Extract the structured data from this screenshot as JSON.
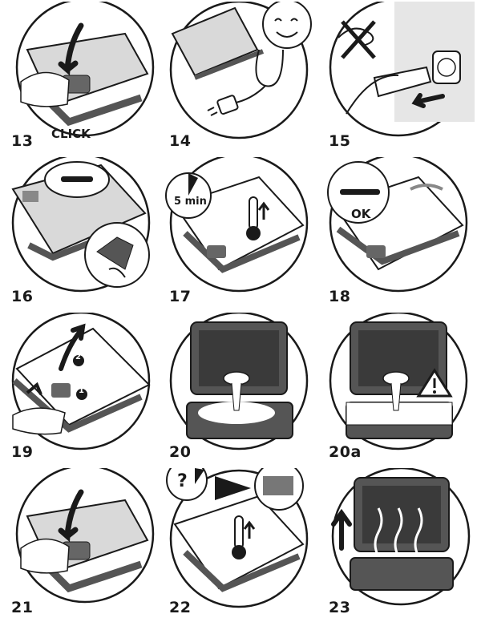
{
  "steps": [
    {
      "number": "13",
      "caption": "CLICK"
    },
    {
      "number": "14"
    },
    {
      "number": "15"
    },
    {
      "number": "16"
    },
    {
      "number": "17",
      "timer": "5 min"
    },
    {
      "number": "18",
      "caption": "OK"
    },
    {
      "number": "19",
      "marker_a": "2",
      "marker_b": "1"
    },
    {
      "number": "20"
    },
    {
      "number": "20a"
    },
    {
      "number": "21"
    },
    {
      "number": "22",
      "timer": "?"
    },
    {
      "number": "23"
    }
  ],
  "icons": [
    "arrow-icon",
    "smiley-icon",
    "plug-icon",
    "crossed-cord-icon",
    "light-icon",
    "thermometer-icon",
    "timer-icon",
    "warning-icon",
    "batter-icon",
    "steam-icon"
  ],
  "colors": {
    "line": "#1a1a1a",
    "fill_dark": "#555555",
    "fill_mid": "#9a9a9a",
    "fill_light": "#e6e6e6"
  }
}
